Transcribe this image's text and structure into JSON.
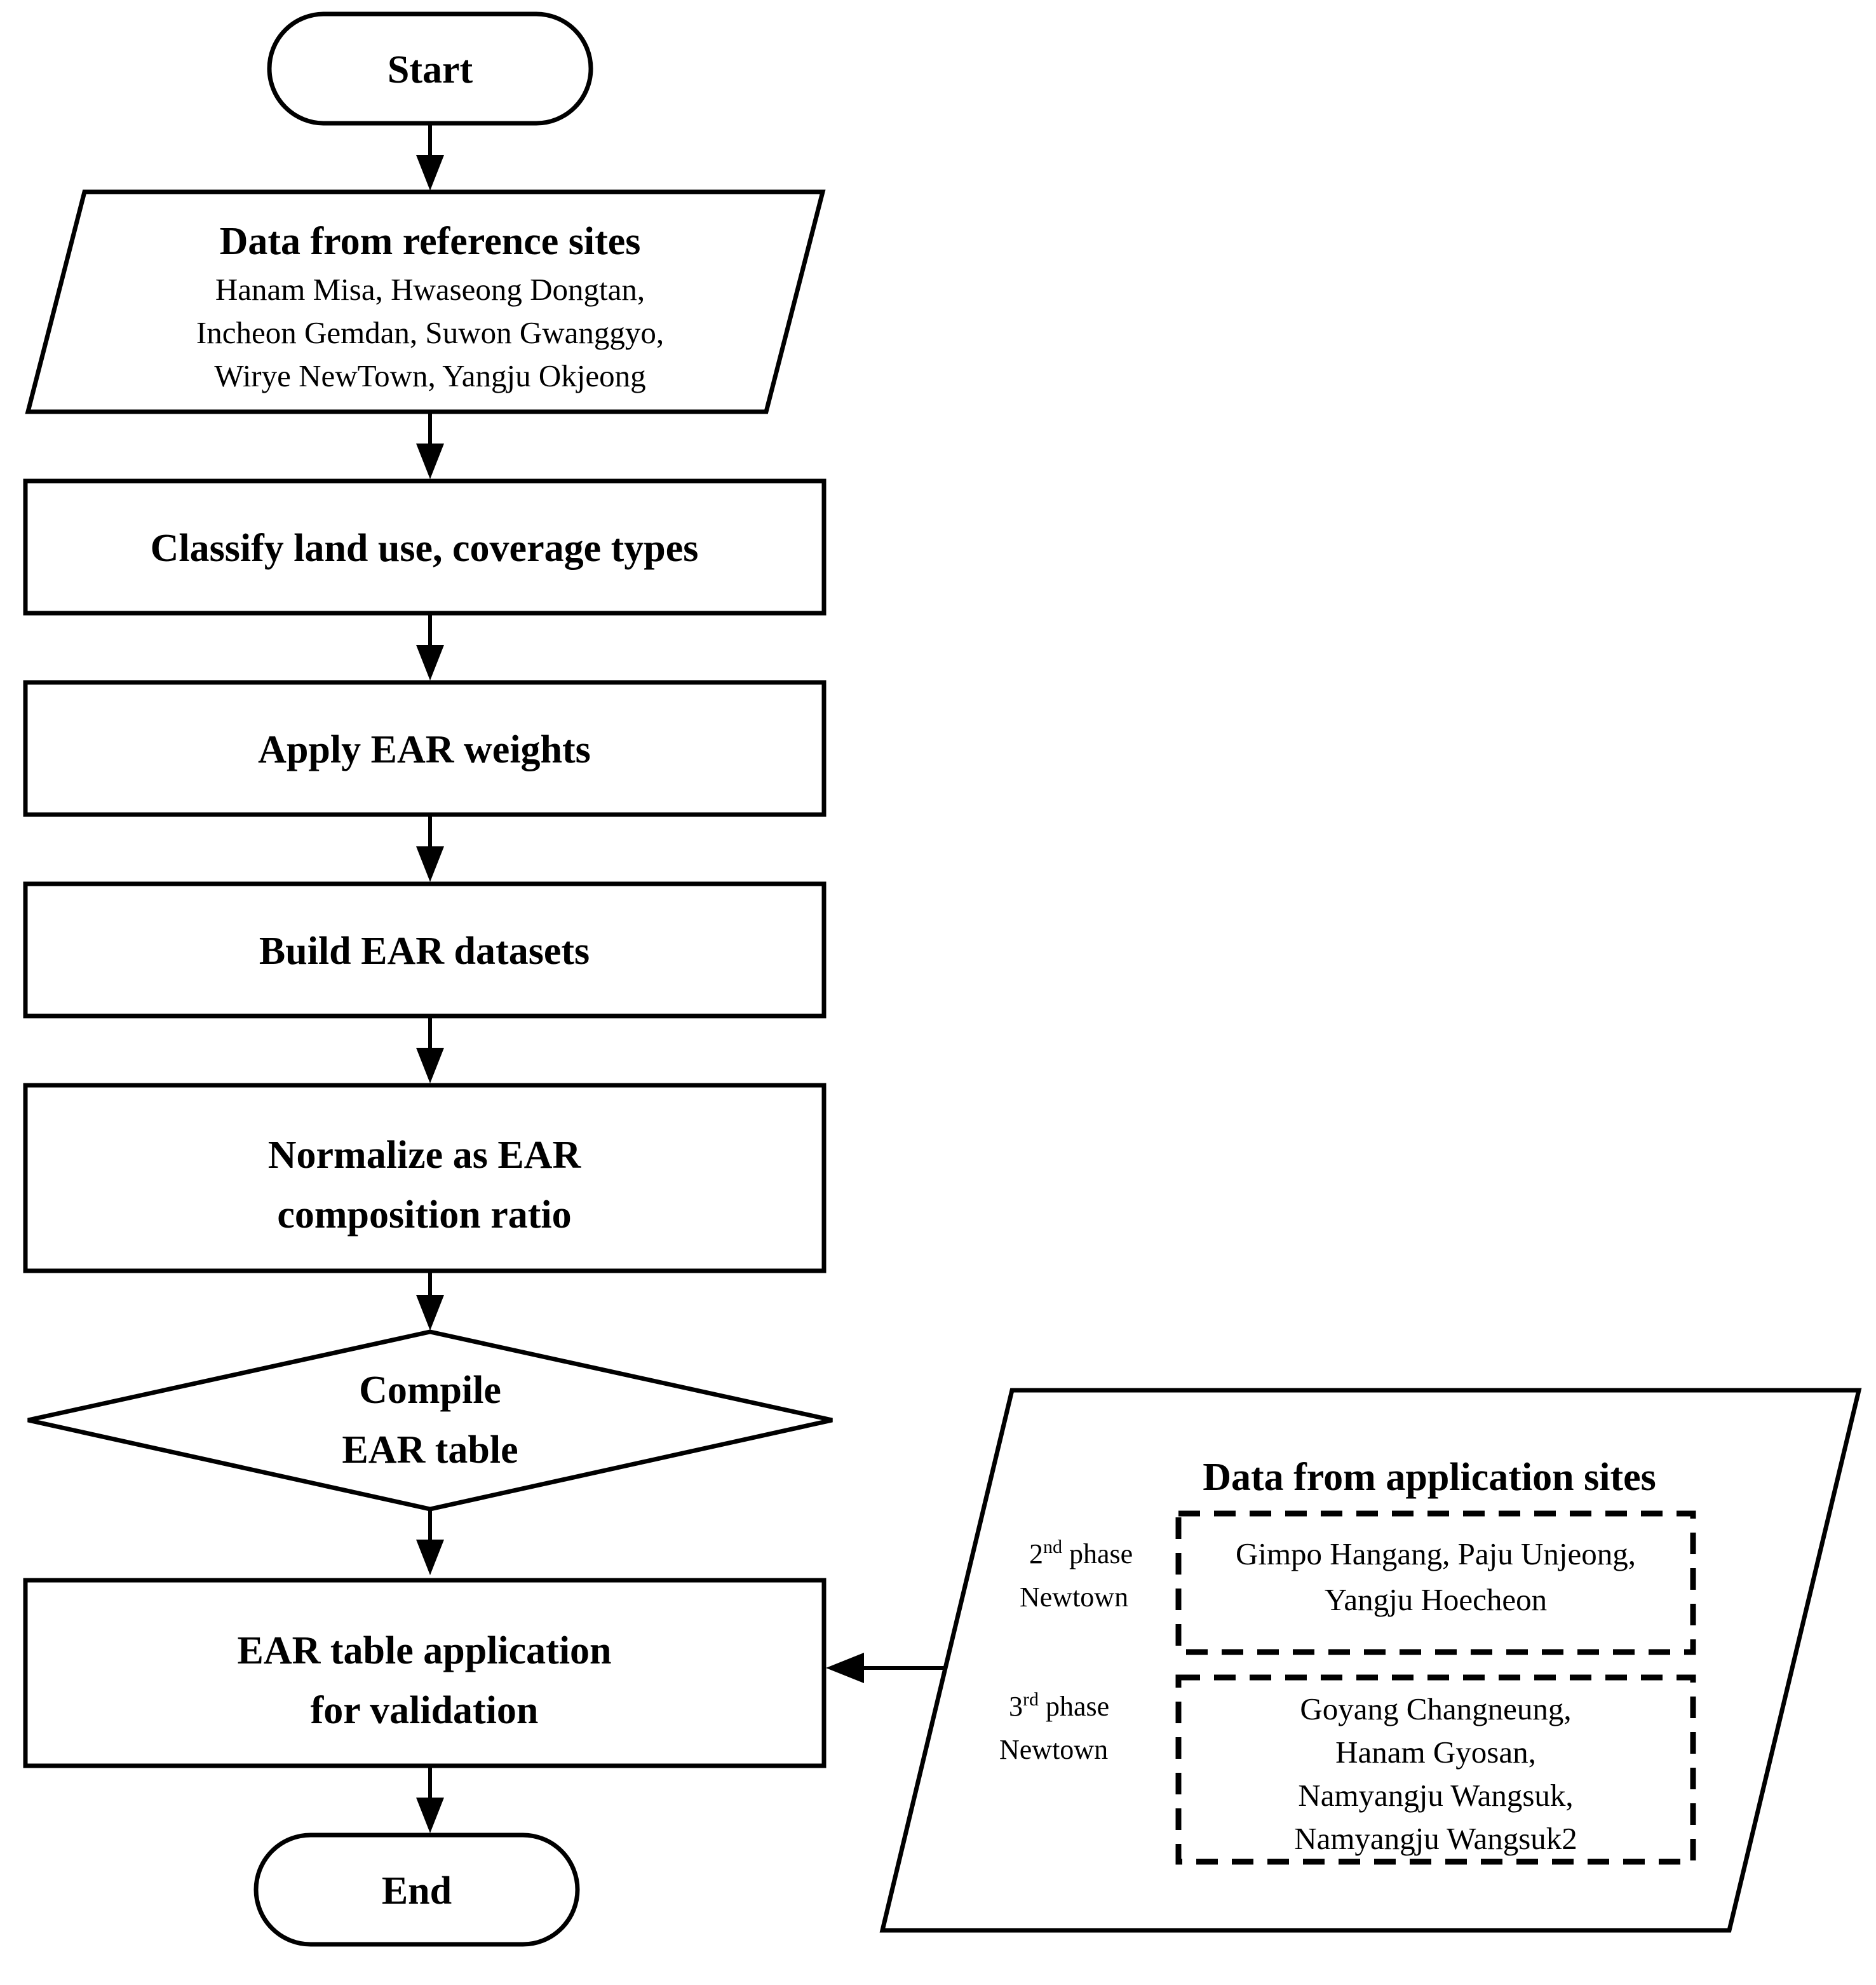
{
  "diagram": {
    "type": "flowchart",
    "orientation": "vertical",
    "title_implicit": "EAR table construction and validation workflow",
    "colors": {
      "stroke": "#000000",
      "fill": "#ffffff",
      "text": "#000000"
    }
  },
  "nodes": {
    "start": {
      "shape": "terminator",
      "label": "Start"
    },
    "reference_sites": {
      "shape": "parallelogram",
      "heading": "Data from reference sites",
      "lines": [
        "Hanam Misa, Hwaseong Dongtan,",
        "Incheon Gemdan, Suwon Gwanggyo,",
        "Wirye NewTown, Yangju Okjeong"
      ]
    },
    "classify": {
      "shape": "process",
      "lines": [
        "Classify land use, coverage types"
      ]
    },
    "apply_weights": {
      "shape": "process",
      "lines": [
        "Apply EAR weights"
      ]
    },
    "build_datasets": {
      "shape": "process",
      "lines": [
        "Build EAR datasets"
      ]
    },
    "normalize": {
      "shape": "process",
      "lines": [
        "Normalize as EAR",
        "composition ratio"
      ]
    },
    "compile": {
      "shape": "decision",
      "lines": [
        "Compile",
        "EAR table"
      ]
    },
    "apply_table": {
      "shape": "process",
      "lines": [
        "EAR table application",
        "for validation"
      ]
    },
    "end": {
      "shape": "terminator",
      "label": "End"
    },
    "application_sites": {
      "shape": "parallelogram",
      "heading": "Data from application sites",
      "groups": [
        {
          "label_main": "2",
          "label_sup": "nd",
          "label_rest": " phase",
          "label_line2": "Newtown",
          "items": [
            "Gimpo Hangang, Paju Unjeong,",
            "Yangju Hoecheon"
          ]
        },
        {
          "label_main": "3",
          "label_sup": "rd",
          "label_rest": " phase",
          "label_line2": "Newtown",
          "items": [
            "Goyang Changneung,",
            "Hanam Gyosan,",
            "Namyangju Wangsuk,",
            "Namyangju Wangsuk2"
          ]
        }
      ]
    }
  },
  "edges": [
    {
      "from": "start",
      "to": "reference_sites",
      "direction": "down"
    },
    {
      "from": "reference_sites",
      "to": "classify",
      "direction": "down"
    },
    {
      "from": "classify",
      "to": "apply_weights",
      "direction": "down"
    },
    {
      "from": "apply_weights",
      "to": "build_datasets",
      "direction": "down"
    },
    {
      "from": "build_datasets",
      "to": "normalize",
      "direction": "down"
    },
    {
      "from": "normalize",
      "to": "compile",
      "direction": "down"
    },
    {
      "from": "compile",
      "to": "apply_table",
      "direction": "down"
    },
    {
      "from": "apply_table",
      "to": "end",
      "direction": "down"
    },
    {
      "from": "application_sites",
      "to": "apply_table",
      "direction": "left"
    }
  ]
}
